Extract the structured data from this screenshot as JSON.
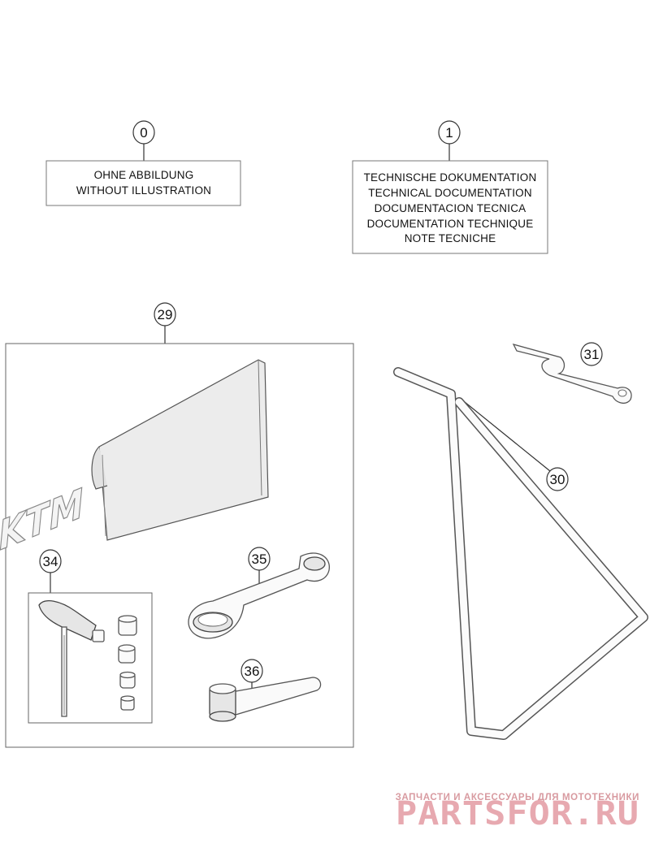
{
  "callouts": {
    "c0": "0",
    "c1": "1",
    "c29": "29",
    "c30": "30",
    "c31": "31",
    "c34": "34",
    "c35": "35",
    "c36": "36"
  },
  "notes": {
    "no_illustration": [
      "OHNE ABBILDUNG",
      "WITHOUT ILLUSTRATION"
    ],
    "technical_documentation": [
      "TECHNISCHE DOKUMENTATION",
      "TECHNICAL DOCUMENTATION",
      "DOCUMENTACION TECNICA",
      "DOCUMENTATION TECHNIQUE",
      "NOTE TECNICHE"
    ]
  },
  "bag_logo": "KTM",
  "watermark": {
    "tagline": "ЗАПЧАСТИ И АКСЕССУАРЫ ДЛЯ МОТОТЕХНИКИ",
    "logo": "PARTSFOR.RU"
  }
}
